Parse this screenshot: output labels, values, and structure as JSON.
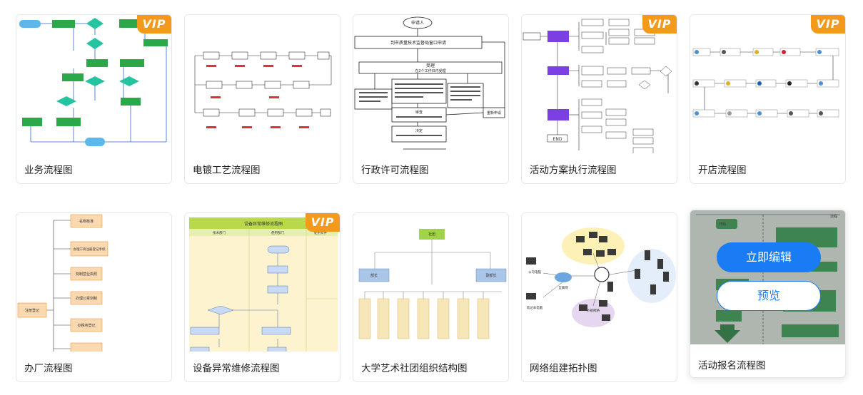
{
  "badge_text": "VIP",
  "cards": [
    {
      "title": "业务流程图",
      "vip": true
    },
    {
      "title": "电镀工艺流程图",
      "vip": false
    },
    {
      "title": "行政许可流程图",
      "vip": false
    },
    {
      "title": "活动方案执行流程图",
      "vip": true
    },
    {
      "title": "开店流程图",
      "vip": true
    },
    {
      "title": "办厂流程图",
      "vip": false
    },
    {
      "title": "设备异常维修流程图",
      "vip": true
    },
    {
      "title": "大学艺术社团组织结构图",
      "vip": false
    },
    {
      "title": "网络组建拓扑图",
      "vip": false
    },
    {
      "title": "活动报名流程图",
      "vip": false,
      "hovered": true
    }
  ],
  "hover_actions": {
    "edit_label": "立即编辑",
    "preview_label": "预览"
  },
  "thumb_text": {
    "admin_start": "申请人",
    "admin_step1": "到市质量技术监督局窗口申请",
    "admin_accept": "受理",
    "admin_accept_sub": "在2个工作日内受理",
    "admin_review": "审查",
    "admin_decide": "决定",
    "admin_end": "重新申请",
    "activity_end": "END",
    "club_root": "社团",
    "club_left": "部长",
    "club_right": "副部长",
    "factory_root": "注册登记",
    "factory_items": [
      "名称核准",
      "办理工商注册登记手续",
      "刻制营业执照",
      "办理公章刻制",
      "办税务登记"
    ],
    "equip_title": "设备异常维修流程图",
    "equip_col1": "技术部门",
    "equip_col2": "使用部门",
    "equip_col3": "使用文件",
    "net_internet": "互联网",
    "net_office": "公司电脑",
    "net_laptop": "笔记本电脑",
    "net_group": "外部网络",
    "signup_top": "开始",
    "signup_right": "流程"
  }
}
